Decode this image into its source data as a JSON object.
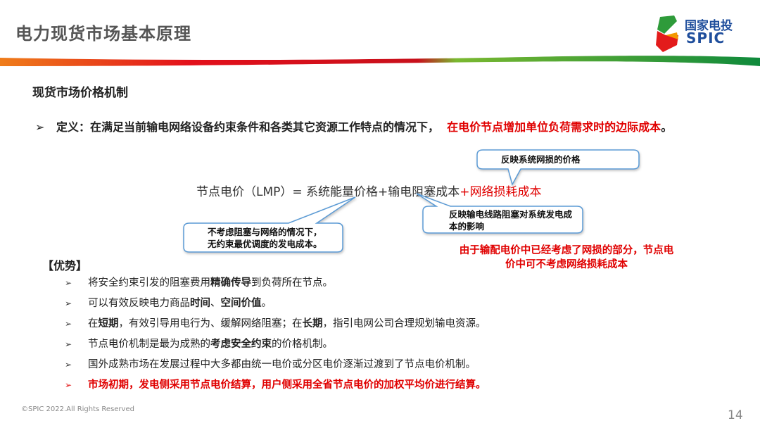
{
  "header": {
    "title": "电力现货市场基本原理",
    "logo_cn": "国家电投",
    "logo_en": "SPIC"
  },
  "subtitle": "现货市场价格机制",
  "definition": {
    "bullet": "➢",
    "label": "定义：",
    "text": "在满足当前输电网络设备约束条件和各类其它资源工作特点的情况下，",
    "red": "在电价节点增加单位负荷需求时的边际成本",
    "end": "。"
  },
  "formula": {
    "main": "节点电价（LMP）= 系统能量价格+输电阻塞成本",
    "red": "+网络损耗成本"
  },
  "callouts": {
    "loss": "反映系统网损的价格",
    "congestion": "反映输电线路阻塞对系统发电成本的影响",
    "energy": "不考虑阻塞与网络的情况下，无约束最优调度的发电成本。"
  },
  "note": "由于输配电价中已经考虑了网损的部分，节点电价中可不考虑网络损耗成本",
  "advantages": {
    "heading": "【优势】",
    "bullet": "➢",
    "items": [
      [
        "将安全约束引发的阻塞费用",
        "精确传导",
        "到负荷所在节点。"
      ],
      [
        "可以有效反映电力商品",
        "时间",
        "、",
        "空间价值",
        "。"
      ],
      [
        "在",
        "短期",
        "，有效引导用电行为、缓解网络阻塞；在",
        "长期",
        "，指引电网公司合理规划输电资源。"
      ],
      [
        "节点电价机制是最为成熟的",
        "考虑安全约束",
        "的价格机制。"
      ],
      [
        "国外成熟市场在发展过程中大多都由统一电价或分区电价逐渐过渡到了节点电价机制。"
      ],
      [
        "市场初期，发电侧采用节点电价结算，用户侧采用全省节点电价的加权平均价进行结算。"
      ]
    ]
  },
  "footer": {
    "copyright": "©SPIC 2022.All Rights Reserved",
    "page": "14"
  },
  "colors": {
    "red": "#e00000",
    "callout_border": "#5b9bd5",
    "brand_blue": "#1f4e9c",
    "green": "#2e9b3a"
  }
}
